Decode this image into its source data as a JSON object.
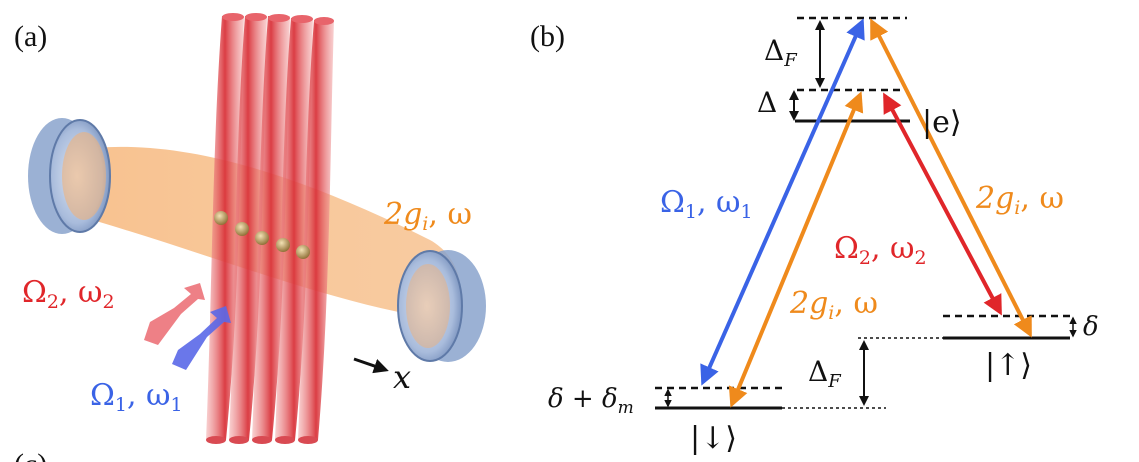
{
  "panels": {
    "a": "(a)",
    "b": "(b)",
    "c": "(c)"
  },
  "setup": {
    "cavity_label": "2g",
    "cavity_label_sub": "i",
    "cavity_label_tail": ", ω",
    "pump2_label": "Ω",
    "pump2_sub": "2",
    "pump2_tail": ", ω",
    "pump2_tail_sub": "2",
    "pump1_label": "Ω",
    "pump1_sub": "1",
    "pump1_tail": ", ω",
    "pump1_tail_sub": "1",
    "axis_label": "x"
  },
  "levels": {
    "excited": "|e⟩",
    "up": "|↑⟩",
    "down": "|↓⟩",
    "delta_F_top": "Δ",
    "delta_F_top_sub": "F",
    "delta_top": "Δ",
    "delta_F_bottom": "Δ",
    "delta_F_bottom_sub": "F",
    "delta_right": "δ",
    "delta_left": "δ + δ",
    "delta_left_sub": "m"
  },
  "transitions": {
    "blue": "Ω",
    "blue_sub": "1",
    "blue_tail": ", ω",
    "blue_tail_sub": "1",
    "red": "Ω",
    "red_sub": "2",
    "red_tail": ", ω",
    "red_tail_sub": "2",
    "orange_right": "2g",
    "orange_right_sub": "i",
    "orange_right_tail": ", ω",
    "orange_mid": "2g",
    "orange_mid_sub": "i",
    "orange_mid_tail": ", ω"
  },
  "colors": {
    "blue": "#3a63e6",
    "red": "#e0262a",
    "orange": "#ef8a1c",
    "beam_red": "#e35a5a",
    "mirror": "#7e9cc9",
    "cavity_glow": "#f0a050"
  }
}
